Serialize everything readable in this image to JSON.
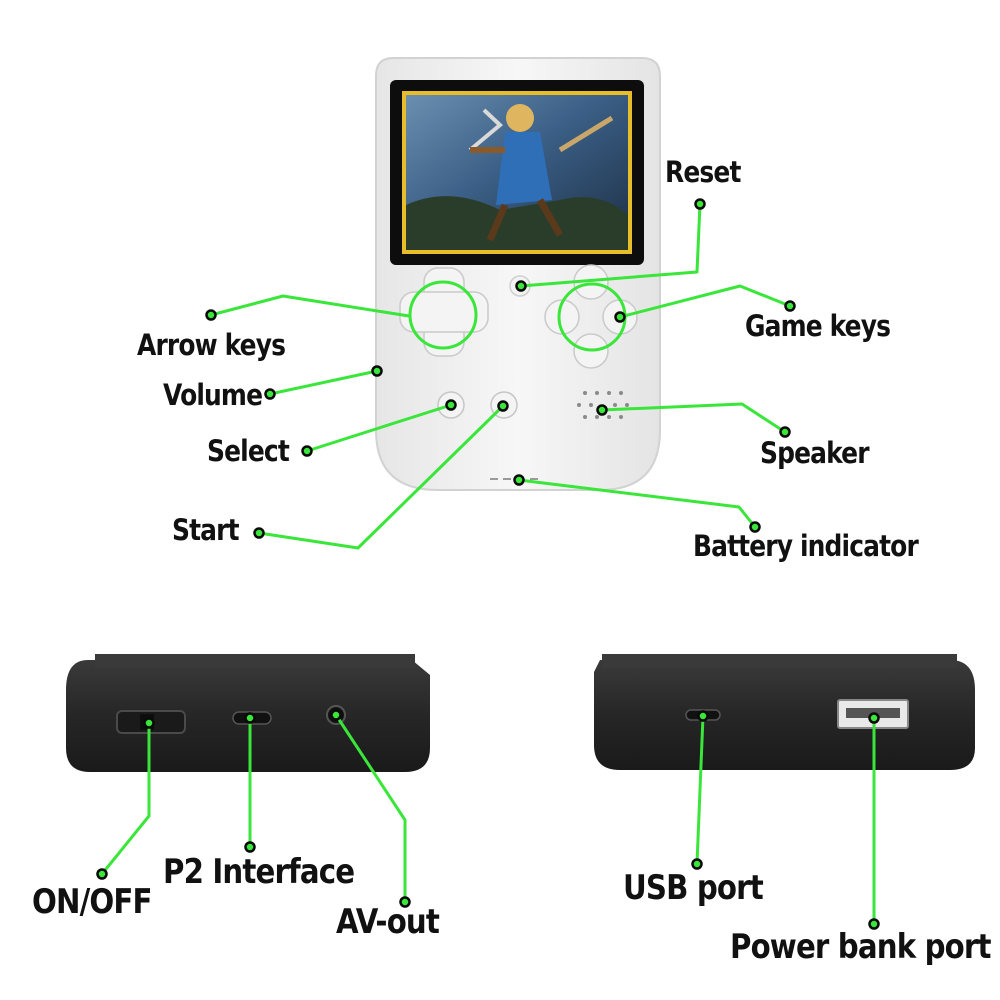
{
  "colors": {
    "leader": "#39e639",
    "dot": "#0a0a0a",
    "device_white": "#f1f1f1",
    "device_dark": "#2a2a2a",
    "screen_bg": "#0d0d0d",
    "screen_frame": "#e8bd2a"
  },
  "labels": {
    "reset": "Reset",
    "arrow_keys": "Arrow keys",
    "game_keys": "Game keys",
    "volume": "Volume",
    "select": "Select",
    "speaker": "Speaker",
    "start": "Start",
    "battery_indicator": "Battery indicator",
    "on_off": "ON/OFF",
    "p2_interface": "P2 Interface",
    "av_out": "AV-out",
    "usb_port": "USB port",
    "power_bank_port": "Power bank port"
  }
}
